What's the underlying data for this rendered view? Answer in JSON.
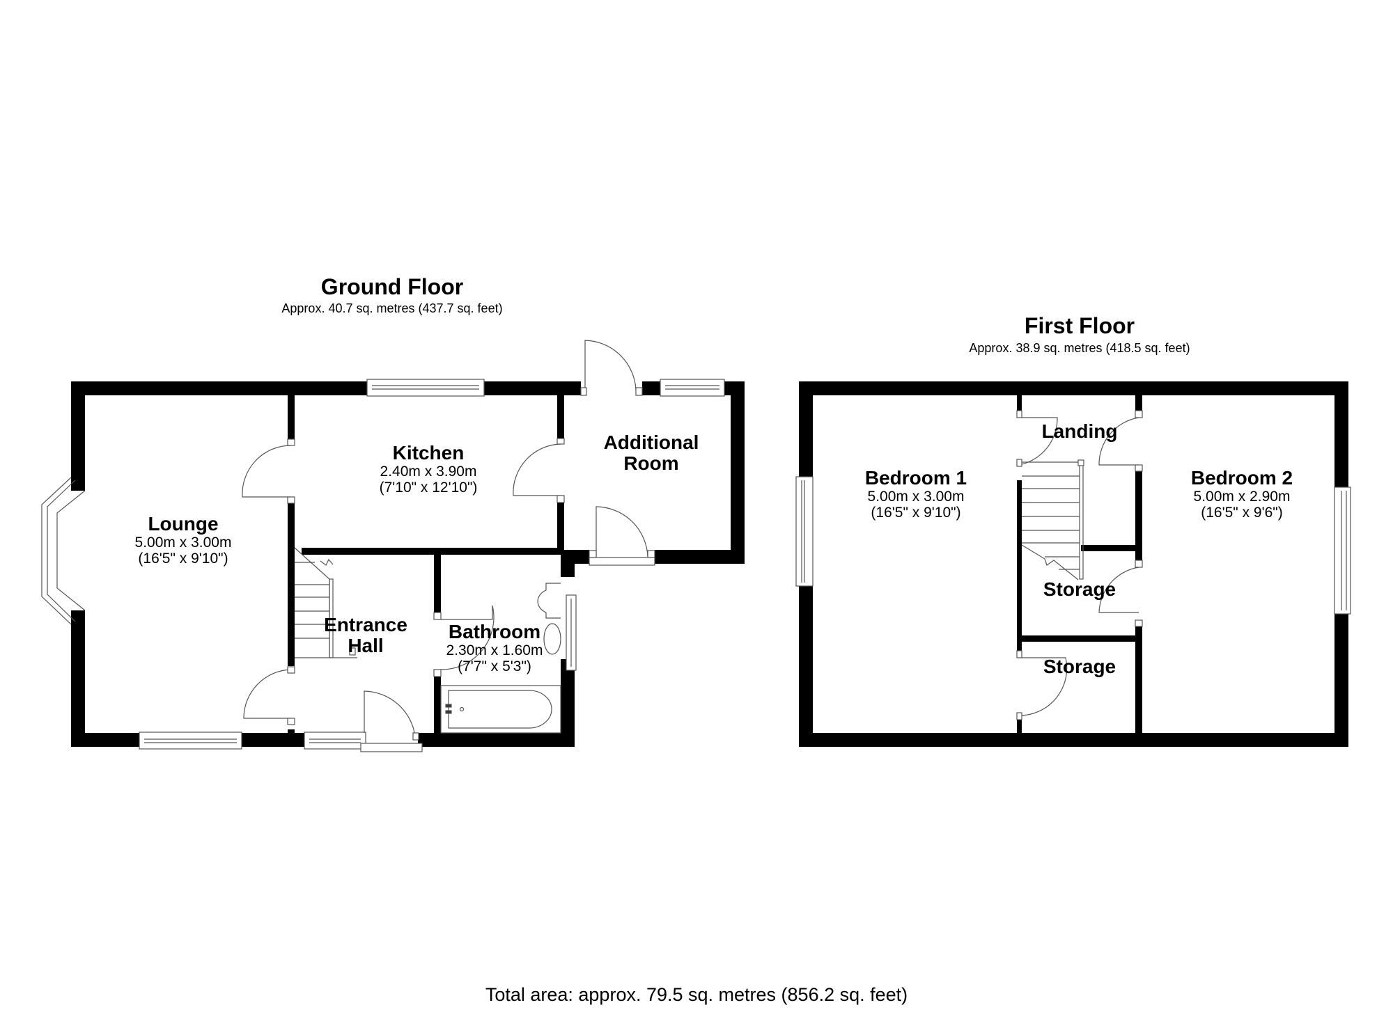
{
  "ground_floor": {
    "title": "Ground Floor",
    "area": "Approx. 40.7 sq. metres (437.7 sq. feet)",
    "rooms": [
      {
        "name": "Lounge",
        "metric": "5.00m x 3.00m",
        "imperial": "(16'5\" x 9'10\")"
      },
      {
        "name": "Kitchen",
        "metric": "2.40m x 3.90m",
        "imperial": "(7'10\" x 12'10\")"
      },
      {
        "name": "Additional Room",
        "name_line1": "Additional",
        "name_line2": "Room"
      },
      {
        "name": "Entrance Hall",
        "name_line1": "Entrance",
        "name_line2": "Hall"
      },
      {
        "name": "Bathroom",
        "metric": "2.30m x 1.60m",
        "imperial": "(7'7\" x 5'3\")"
      }
    ]
  },
  "first_floor": {
    "title": "First Floor",
    "area": "Approx. 38.9 sq. metres (418.5 sq. feet)",
    "rooms": [
      {
        "name": "Bedroom 1",
        "metric": "5.00m x 3.00m",
        "imperial": "(16'5\" x 9'10\")"
      },
      {
        "name": "Landing"
      },
      {
        "name": "Bedroom 2",
        "metric": "5.00m x 2.90m",
        "imperial": "(16'5\" x 9'6\")"
      },
      {
        "name": "Storage"
      },
      {
        "name": "Storage"
      }
    ]
  },
  "footer": {
    "total_area": "Total area: approx. 79.5 sq. metres (856.2 sq. feet)"
  },
  "colors": {
    "wall": "#000000",
    "background": "#ffffff",
    "fixture_line": "#555555"
  }
}
